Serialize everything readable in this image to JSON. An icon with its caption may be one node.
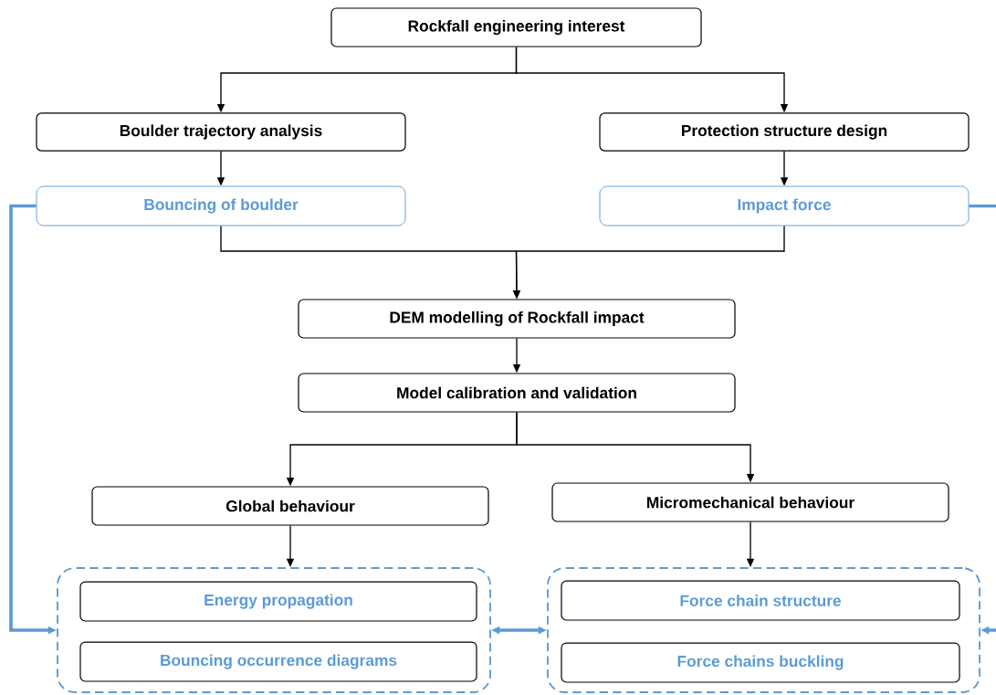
{
  "diagram": {
    "nodes": [
      {
        "text": [
          "Rockfall engineering interest"
        ]
      },
      {
        "text": [
          "Boulder trajectory analysis"
        ]
      },
      {
        "text": [
          "Protection structure design"
        ]
      },
      {
        "text": [
          "Bouncing of boulder"
        ]
      },
      {
        "text": [
          "Impact force"
        ]
      },
      {
        "text": [
          "DEM modelling of Rockfall impact"
        ]
      },
      {
        "text": [
          "Model calibration and validation"
        ]
      },
      {
        "text": [
          "Global behaviour"
        ]
      },
      {
        "text": [
          "Micromechanical behaviour"
        ]
      },
      {
        "text": [],
        "shape": "box"
      },
      {
        "text": [
          "Energy propagation"
        ],
        "in": 9
      },
      {
        "text": [
          "Bouncing occurrence diagrams"
        ],
        "in": 9
      },
      {
        "text": [],
        "shape": "box"
      },
      {
        "text": [
          "Force chain structure"
        ],
        "in": 12
      },
      {
        "text": [
          "Force chains buckling"
        ],
        "in": 12
      }
    ],
    "edges": [
      {
        "from": 0,
        "to": 1,
        "arrow": "to"
      },
      {
        "from": 0,
        "to": 2,
        "arrow": "to"
      },
      {
        "from": 1,
        "to": 3,
        "arrow": "to"
      },
      {
        "from": 2,
        "to": 4,
        "arrow": "to"
      },
      {
        "from": 3,
        "to": 5,
        "arrow": "to"
      },
      {
        "from": 4,
        "to": 5,
        "arrow": "to"
      },
      {
        "from": 5,
        "to": 6,
        "arrow": "to"
      },
      {
        "from": 6,
        "to": 7,
        "arrow": "to"
      },
      {
        "from": 6,
        "to": 8,
        "arrow": "to"
      },
      {
        "from": 7,
        "to": 9,
        "arrow": "to"
      },
      {
        "from": 8,
        "to": 12,
        "arrow": "to"
      },
      {
        "from": 3,
        "to": 9,
        "arrow": "to",
        "style": "thick",
        "color": "#5b9bd5"
      },
      {
        "from": 4,
        "to": 12,
        "arrow": "to",
        "style": "thick",
        "color": "#5b9bd5"
      },
      {
        "from": 9,
        "to": 12,
        "arrow": "both",
        "style": "thick",
        "color": "#5b9bd5"
      }
    ]
  }
}
